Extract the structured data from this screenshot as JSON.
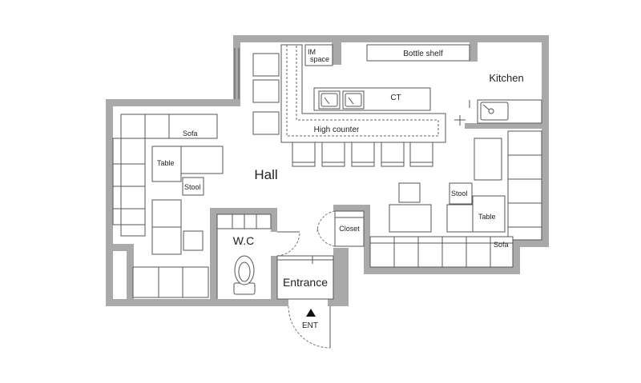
{
  "rooms": {
    "hall": "Hall",
    "kitchen": "Kitchen",
    "wc": "W.C",
    "entrance": "Entrance",
    "closet": "Closet"
  },
  "fixtures": {
    "bottle_shelf": "Bottle shelf",
    "im_space": "IM\nspace",
    "ct": "CT",
    "high_counter": "High counter",
    "sofa_left": "Sofa",
    "sofa_right": "Sofa",
    "table_left": "Table",
    "table_right": "Table",
    "stool_left": "Stool",
    "stool_right": "Stool"
  },
  "entry": {
    "label": "ENT"
  }
}
